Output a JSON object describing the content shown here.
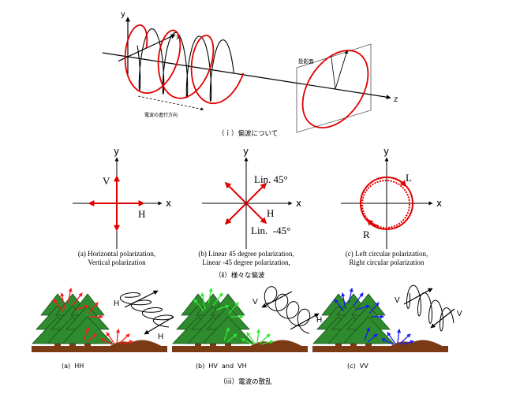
{
  "section_i": {
    "axis_y": "y",
    "axis_x": "x",
    "axis_z": "z",
    "projection_plane_label": "投影面",
    "propagation_label": "電波の進行方向",
    "caption": "（ｉ）偏波について"
  },
  "section_ii": {
    "panels": [
      {
        "axis_x": "x",
        "axis_y": "y",
        "labels": {
          "vertical": "V",
          "horizontal": "H"
        },
        "caption_line1": "(a) Horizontal polarization,",
        "caption_line2": "Vertical polarization"
      },
      {
        "axis_x": "x",
        "axis_y": "y",
        "labels": {
          "lin45": "Lin. 45°",
          "h": "H",
          "lin_minus45": "Lin.  -45°"
        },
        "caption_line1": "(b) Linear 45 degree polarization,",
        "caption_line2": "Linear -45 degree polarization,"
      },
      {
        "axis_x": "x",
        "axis_y": "y",
        "labels": {
          "left": "L",
          "right": "R"
        },
        "caption_line1": "(c) Left circular polarization,",
        "caption_line2": "Right circular polarization"
      }
    ],
    "caption": "（ⅱ）様々な偏波"
  },
  "section_iii": {
    "scenes": [
      {
        "label": "(a)  HH",
        "wave_label_out": "H",
        "wave_label_in": "H",
        "scatter_color": "#ff1a1a"
      },
      {
        "label": "(b)  HV  and  VH",
        "wave_label_out": "V",
        "wave_label_in": "H",
        "scatter_color": "#33e633"
      },
      {
        "label": "(c)  VV",
        "wave_label_out": "V",
        "wave_label_in": "V",
        "scatter_color": "#1a1aff"
      }
    ],
    "caption": "（iii）電波の散乱"
  },
  "colors": {
    "polarization": "#e00000",
    "tree": "#2e8b2e",
    "tree_outline": "#1c4f1c",
    "ground": "#7a3a14"
  }
}
